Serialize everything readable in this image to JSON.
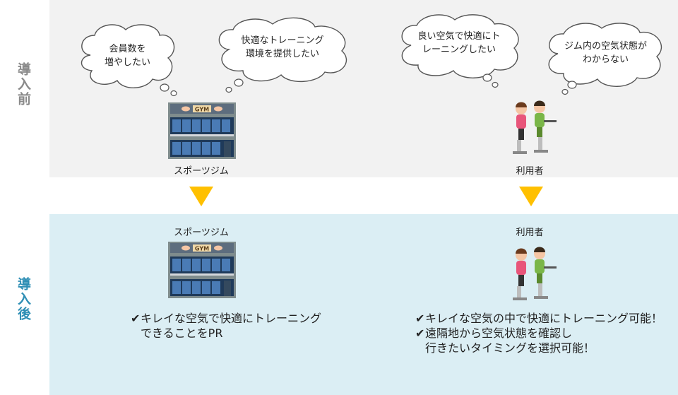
{
  "side_labels": {
    "before": "導入前",
    "after": "導入後"
  },
  "before": {
    "bubbles": [
      {
        "text": "会員数を\n増やしたい"
      },
      {
        "text": "快適なトレーニング\n環境を提供したい"
      },
      {
        "text": "良い空気で快適にト\nレーニングしたい"
      },
      {
        "text": "ジム内の空気状態が\nわからない"
      }
    ],
    "gym_label": "スポーツジム",
    "user_label": "利用者"
  },
  "after": {
    "gym_label": "スポーツジム",
    "user_label": "利用者",
    "gym_points": [
      {
        "mark": "✔",
        "text": "キレイな空気で快適にトレーニング\nできることをPR"
      }
    ],
    "user_points": [
      {
        "mark": "✔",
        "text": "キレイな空気の中で快適にトレーニング可能！"
      },
      {
        "mark": "✔",
        "text": "遠隔地から空気状態を確認し\n行きたいタイミングを選択可能！"
      }
    ]
  },
  "gym_sign": "GYM",
  "colors": {
    "arrow": "#ffc000",
    "before_bg": "#f2f2f2",
    "after_bg": "#dbeef4"
  }
}
